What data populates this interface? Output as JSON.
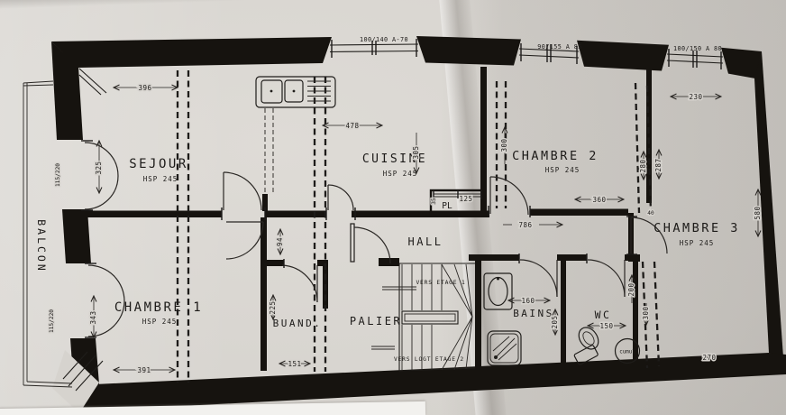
{
  "windows": {
    "w1": "100/140 A-70",
    "w2": "90/155 A 85",
    "w3": "100/150 A 80"
  },
  "balcony_doors": {
    "sejour": "115/220",
    "chambre1": "115/220"
  },
  "rooms": {
    "sejour": {
      "name": "SEJOUR",
      "hsp": "HSP 245"
    },
    "cuisine": {
      "name": "CUISINE",
      "hsp": "HSP 245"
    },
    "chambre2": {
      "name": "CHAMBRE 2",
      "hsp": "HSP 245"
    },
    "chambre3": {
      "name": "CHAMBRE 3",
      "hsp": "HSP 245"
    },
    "chambre1": {
      "name": "CHAMBRE 1",
      "hsp": "HSP 245"
    },
    "hall": {
      "name": "HALL"
    },
    "palier": {
      "name": "PALIER"
    },
    "buanderie": {
      "name": "BUAND."
    },
    "bains": {
      "name": "BAINS"
    },
    "wc": {
      "name": "WC"
    },
    "balcon": {
      "name": "BALCON"
    },
    "placard": {
      "name": "PL"
    }
  },
  "stairs": {
    "up_label": "VERS ETAGE 1",
    "down_label": "VERS LOGT ETAGE 2"
  },
  "equipment": {
    "water_heater": "cumul"
  },
  "dims": {
    "sejour_width": "396",
    "sejour_door_h": "325",
    "cuisine_width": "478",
    "cuisine_depth": "305",
    "pl_width": "125",
    "pl_depth": "35",
    "chambre2_width": "360",
    "chambre2_depth": "300",
    "hall_length": "786",
    "hall_width": "94",
    "nook_width": "230",
    "nook_depth_a": "280",
    "nook_depth_b": "287",
    "door_return": "40",
    "right_side": "580",
    "chambre1_width": "391",
    "chambre1_door_h": "343",
    "buand_depth": "225",
    "buand_width": "151",
    "bains_width": "160",
    "bains_depth": "205",
    "wc_width": "150",
    "wc_depth_a": "200",
    "wc_depth_b": "300",
    "chambre3_width": "270"
  }
}
